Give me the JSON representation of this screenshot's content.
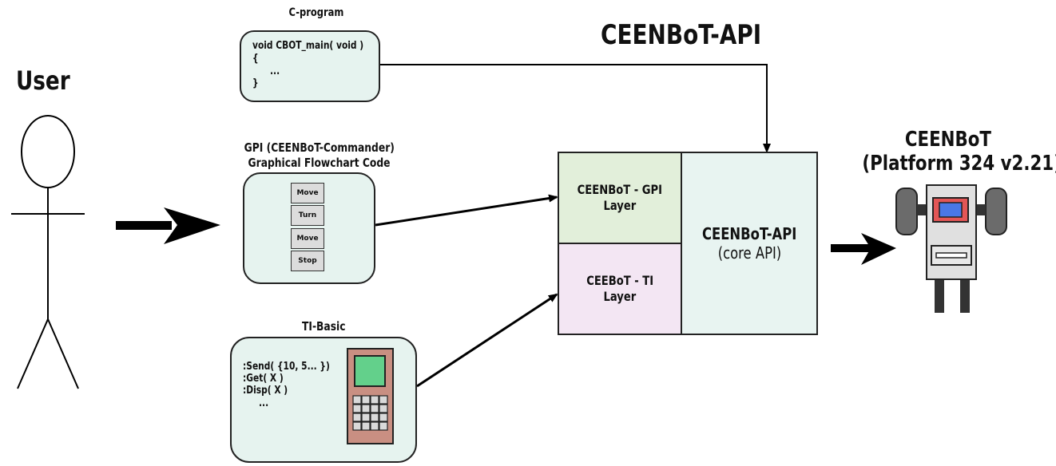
{
  "user_label": "User",
  "cprogram": {
    "title": "C-program",
    "lines": [
      "void CBOT_main( void )",
      "{",
      "...",
      "}"
    ]
  },
  "api_title": "CEENBoT-API",
  "gpi": {
    "title_line1": "GPI (CEENBoT-Commander)",
    "title_line2": "Graphical Flowchart Code",
    "blocks": [
      "Move",
      "Turn",
      "Move",
      "Stop"
    ]
  },
  "tibasic": {
    "title": "TI-Basic",
    "lines": [
      ":Send( {10, 5... })",
      ":Get( X )",
      ":Disp( X )",
      "..."
    ]
  },
  "layers": {
    "gpi_line1": "CEENBoT - GPI",
    "gpi_line2": "Layer",
    "ti_line1": "CEEBoT - TI",
    "ti_line2": "Layer",
    "core_line1": "CEENBoT-API",
    "core_line2": "(core API)"
  },
  "robot": {
    "title_line1": "CEENBoT",
    "title_line2": "(Platform 324 v2.21)"
  },
  "colors": {
    "code_box_fill": "#e6f3ef",
    "gpi_layer_fill": "#e2efda",
    "ti_layer_fill": "#f3e6f3",
    "core_layer_fill": "#e8f4f1",
    "calculator_body": "#c98f82",
    "calculator_screen": "#63d08b",
    "robot_screen": "#4a78e6",
    "robot_screen_frame": "#e35656"
  }
}
